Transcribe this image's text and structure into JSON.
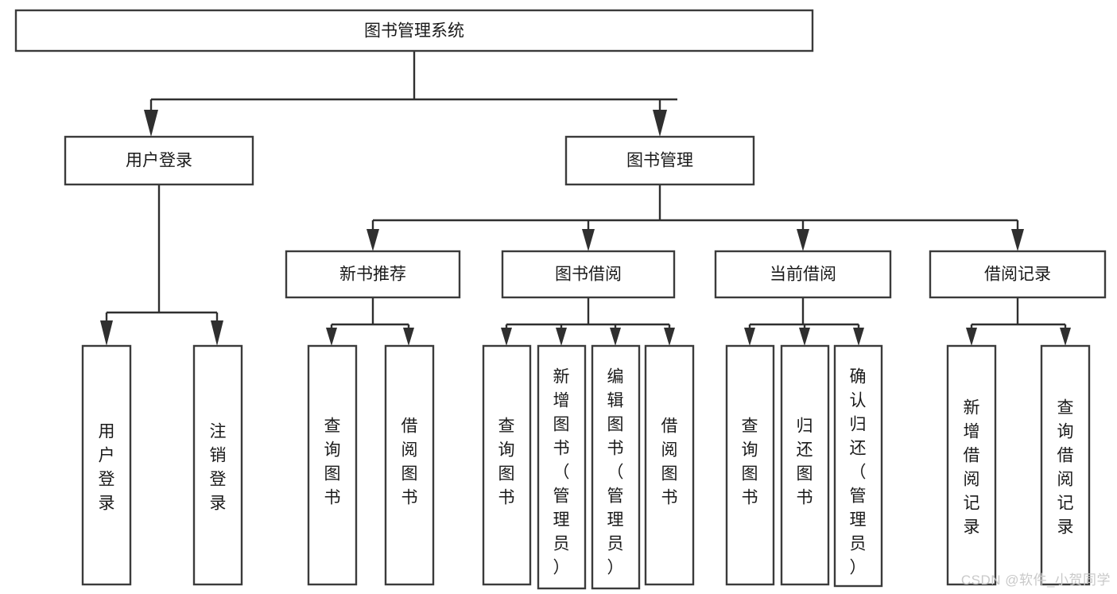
{
  "diagram": {
    "title": "图书管理系统",
    "type": "hierarchy-tree",
    "orientation": "top-down",
    "colors": {
      "box_stroke": "#3b3b3b",
      "box_fill": "#ffffff",
      "connector": "#2f2f2f",
      "label_text": "#1a1a1a",
      "watermark": "#c9c9c9",
      "background": "#ffffff"
    },
    "levels": [
      {
        "level": 1,
        "nodes": [
          {
            "id": "root",
            "label": "图书管理系统",
            "orientation": "horizontal"
          }
        ]
      },
      {
        "level": 2,
        "nodes": [
          {
            "id": "login",
            "label": "用户登录",
            "orientation": "horizontal",
            "parent": "root"
          },
          {
            "id": "bookmgmt",
            "label": "图书管理",
            "orientation": "horizontal",
            "parent": "root"
          }
        ]
      },
      {
        "level": 3,
        "nodes": [
          {
            "id": "newbook",
            "label": "新书推荐",
            "orientation": "horizontal",
            "parent": "bookmgmt"
          },
          {
            "id": "borrow",
            "label": "图书借阅",
            "orientation": "horizontal",
            "parent": "bookmgmt"
          },
          {
            "id": "current",
            "label": "当前借阅",
            "orientation": "horizontal",
            "parent": "bookmgmt"
          },
          {
            "id": "records",
            "label": "借阅记录",
            "orientation": "horizontal",
            "parent": "bookmgmt"
          }
        ]
      },
      {
        "level": 4,
        "nodes": [
          {
            "id": "leaf-user-login",
            "label": "用户登录",
            "orientation": "vertical",
            "parent": "login"
          },
          {
            "id": "leaf-user-logout",
            "label": "注销登录",
            "orientation": "vertical",
            "parent": "login"
          },
          {
            "id": "leaf-query-book-1",
            "label": "查询图书",
            "orientation": "vertical",
            "parent": "newbook"
          },
          {
            "id": "leaf-borrow-book-1",
            "label": "借阅图书",
            "orientation": "vertical",
            "parent": "newbook"
          },
          {
            "id": "leaf-query-book-2",
            "label": "查询图书",
            "orientation": "vertical",
            "parent": "borrow"
          },
          {
            "id": "leaf-add-book",
            "label": "新增图书（管理员）",
            "orientation": "vertical",
            "parent": "borrow"
          },
          {
            "id": "leaf-edit-book",
            "label": "编辑图书（管理员）",
            "orientation": "vertical",
            "parent": "borrow"
          },
          {
            "id": "leaf-borrow-book-2",
            "label": "借阅图书",
            "orientation": "vertical",
            "parent": "borrow"
          },
          {
            "id": "leaf-query-book-3",
            "label": "查询图书",
            "orientation": "vertical",
            "parent": "current"
          },
          {
            "id": "leaf-return-book",
            "label": "归还图书",
            "orientation": "vertical",
            "parent": "current"
          },
          {
            "id": "leaf-confirm-return",
            "label": "确认归还（管理员）",
            "orientation": "vertical",
            "parent": "current"
          },
          {
            "id": "leaf-add-record",
            "label": "新增借阅记录",
            "orientation": "vertical",
            "parent": "records"
          },
          {
            "id": "leaf-query-record",
            "label": "查询借阅记录",
            "orientation": "vertical",
            "parent": "records"
          }
        ]
      }
    ]
  },
  "watermark": {
    "text": "CSDN @软件_小贺同学"
  }
}
